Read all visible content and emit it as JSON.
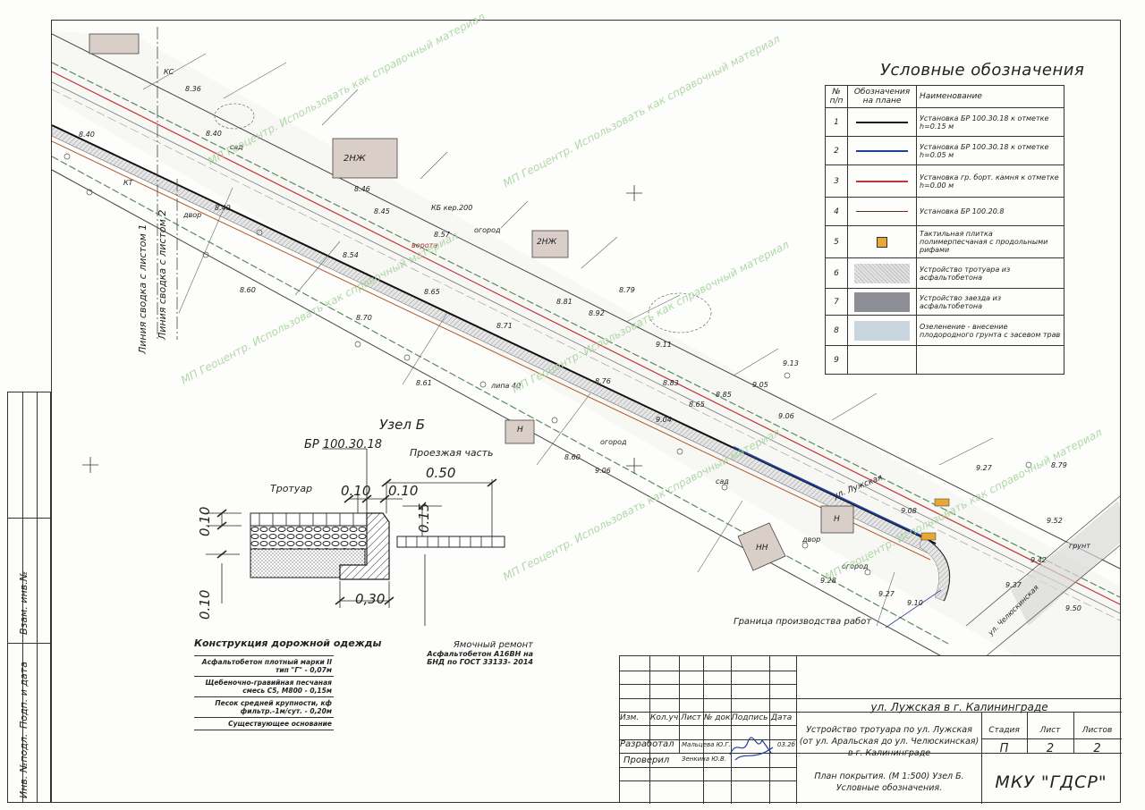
{
  "legend": {
    "title": "Условные обозначения",
    "headers": {
      "num": "№ п/п",
      "symbol": "Обозначения на плане",
      "name": "Наименование"
    },
    "rows": [
      {
        "n": "1",
        "name": "Установка БР 100.30.18 к отметке h=0.15 м",
        "symbol": "line",
        "color": "#1a1a1a"
      },
      {
        "n": "2",
        "name": "Установка БР 100.30.18 к отметке h=0.05 м",
        "symbol": "line",
        "color": "#1f3f9a"
      },
      {
        "n": "3",
        "name": "Установка гр. борт. камня к отметке h=0.00 м",
        "symbol": "line",
        "color": "#c23434"
      },
      {
        "n": "4",
        "name": "Установка БР 100.20.8",
        "symbol": "line-thin",
        "color": "#6a2a1a"
      },
      {
        "n": "5",
        "name": "Тактильная плитка полимерпесчаная с продольными рифами",
        "symbol": "square",
        "color": "#e8a838"
      },
      {
        "n": "6",
        "name": "Устройство тротуара из асфальтобетона",
        "symbol": "hatch",
        "color": "#cfcfcf"
      },
      {
        "n": "7",
        "name": "Устройство заезда из асфальтобетона",
        "symbol": "fill",
        "color": "#8e8e96"
      },
      {
        "n": "8",
        "name": "Озеленение - внесение плодородного грунта с засевом трав",
        "symbol": "fill",
        "color": "#c9d6df"
      },
      {
        "n": "9",
        "name": "",
        "symbol": "none",
        "color": ""
      }
    ]
  },
  "node": {
    "title": "Узел Б",
    "curb_label": "БР 100.30.18",
    "roadway": "Проезжая часть",
    "sidewalk": "Тротуар",
    "dims": {
      "d050": "0.50",
      "d010a": "0.10",
      "d010b": "0.10",
      "d015": "0.15",
      "d030": "0,30",
      "dleft1": "0.10",
      "dleft2": "0.10"
    },
    "repair_title": "Ямочный ремонт",
    "repair_text": "Асфальтобетон А16ВН на БНД по ГОСТ 33133- 2014"
  },
  "construction": {
    "title": "Конструкция дорожной одежды",
    "layers": [
      "Асфальтобетон плотный марки II тип \"Г\" - 0,07м",
      "Щебеночно-гравийная песчаная смесь С5, М800 - 0,15м",
      "Песок средней крупности, кф фильтр.-1м/сут. - 0,20м",
      "Существующее основание"
    ]
  },
  "plan": {
    "boundary_label": "Граница производства работ",
    "street_main": "ул. Лужская",
    "street_cross": "ул. Челюскинская",
    "match_line_1": "Линия сводка с листом 1",
    "match_line_2": "Линия сводка с листом 2",
    "labels": {
      "sad": "сад",
      "dvor": "двор",
      "ogorod": "огород",
      "lipa": "липа 40",
      "house_2nzh": "2НЖ",
      "house_n": "Н",
      "house_nn": "НН",
      "gate": "ворота",
      "kb200": "КБ кер.200",
      "kc": "КС",
      "kt": "КТ",
      "gruint": "грунт",
      "watermark": "МП Геоцентр. Использовать как справочный материал"
    },
    "elevations": [
      "8.40",
      "8.36",
      "8.40",
      "8.49",
      "8.54",
      "8.57",
      "8.60",
      "8.65",
      "8.70",
      "8.61",
      "8.71",
      "8.81",
      "8.83",
      "8.92",
      "9.05",
      "9.04",
      "9.06",
      "9.11",
      "9.13",
      "9.08",
      "9.27",
      "9.52",
      "9.42",
      "9.37",
      "9.50",
      "9.28",
      "9.27",
      "9.10",
      "8.46",
      "8.45",
      "8.60",
      "9.06",
      "8.79",
      "8.65",
      "8.76",
      "8.85",
      "8.79"
    ]
  },
  "title_block": {
    "object": "ул. Лужская в г. Калининграде",
    "description": "Устройство тротуара по ул. Лужская (от ул. Аральская до ул. Челюскинская) в г. Калининграде",
    "sheet_name": "План покрытия. (М 1:500) Узел Б. Условные обозначения.",
    "org": "МКУ \"ГДСР\"",
    "col_headers": [
      "Изм.",
      "Кол.уч.",
      "Лист",
      "№ док.",
      "Подпись",
      "Дата"
    ],
    "stage_h": "Стадия",
    "sheet_h": "Лист",
    "sheets_h": "Листов",
    "stage": "П",
    "sheet": "2",
    "sheets": "2",
    "developed_label": "Разработал",
    "developed_name": "Мальцева Ю.Г.",
    "checked_label": "Проверил",
    "checked_name": "Зенкина Ю.В.",
    "date": "03.2б"
  },
  "side_stamp": {
    "inv_podl": "Инв. №подл.",
    "podp_data": "Подп. и дата",
    "vzam_inv": "Взам. инв.№"
  },
  "colors": {
    "curb_black": "#1a1a1a",
    "curb_blue": "#1f3f9a",
    "curb_red": "#c23434",
    "boundary": "#3a3aa0",
    "watermark": "#a9d3a0"
  }
}
